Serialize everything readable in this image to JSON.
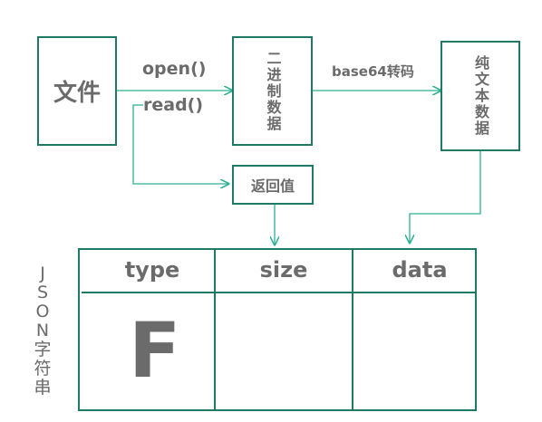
{
  "nodes": {
    "file": "文件",
    "binary": "二进制数据",
    "plaintext": "纯文本数据",
    "return_value": "返回值"
  },
  "edges": {
    "open": "open()",
    "read": "read()",
    "base64": "base64转码"
  },
  "side_label": [
    "J",
    "S",
    "O",
    "N",
    "字",
    "符",
    "串"
  ],
  "table": {
    "headers": [
      "type",
      "size",
      "data"
    ],
    "cells": [
      "F",
      "",
      ""
    ]
  },
  "colors": {
    "border": "#1e7a64",
    "arrow": "#2bb092",
    "text": "#6b6b6b"
  }
}
